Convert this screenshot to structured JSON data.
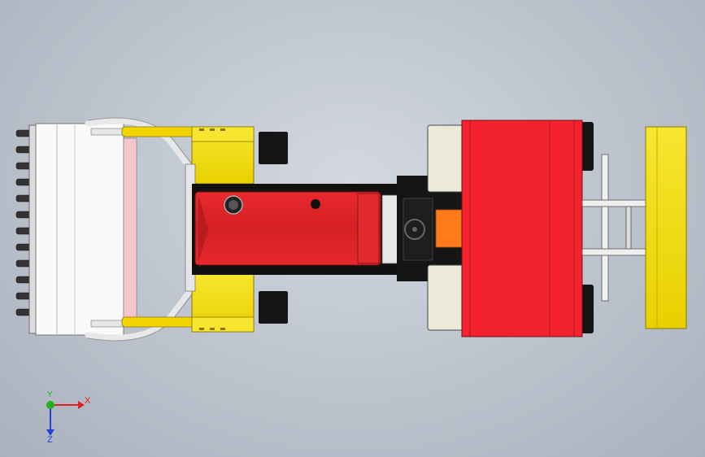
{
  "viewport": {
    "background": "#bcc3cd",
    "model": {
      "colors": {
        "body_red": "#e8292e",
        "rear_red": "#f2222f",
        "yellow": "#f5e010",
        "yellow_dark": "#c8b000",
        "bucket_white": "#fafafa",
        "tire_black": "#151515",
        "orange": "#ff7a1a",
        "cream": "#ecead9",
        "pink": "#f2c6cc"
      },
      "parts": [
        "bucket",
        "loader-arms",
        "front-body",
        "cab",
        "rear-body",
        "rear-blade",
        "wheels"
      ]
    }
  },
  "triad": {
    "x_label": "X",
    "y_label": "Y",
    "z_label": "Z",
    "x_color": "#e02020",
    "y_color": "#20b020",
    "z_color": "#2040e0"
  }
}
